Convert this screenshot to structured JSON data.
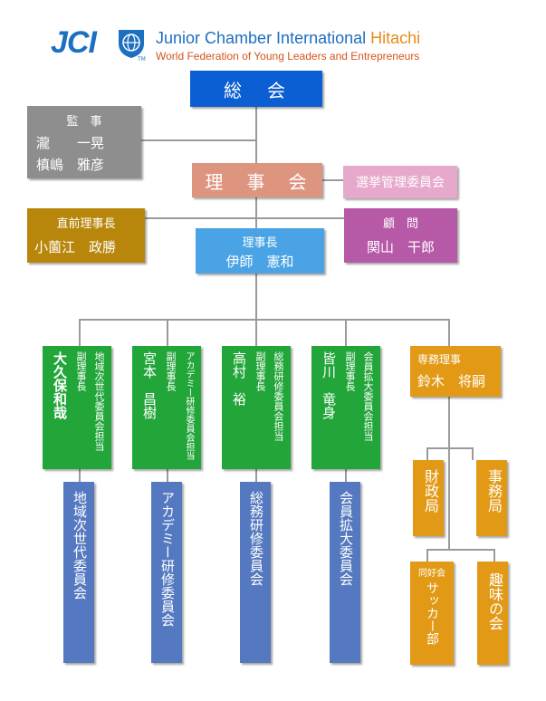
{
  "header": {
    "logo_text": "JCI",
    "org_name_en": "Junior Chamber International",
    "org_city": "Hitachi",
    "tagline": "World Federation of Young Leaders and Entrepreneurs",
    "tm": "TM"
  },
  "colors": {
    "general": "#0b5fd2",
    "auditor": "#8e8e8e",
    "board": "#dd9580",
    "election": "#e6a8cb",
    "past_president": "#b8860a",
    "advisor": "#b659a7",
    "president": "#4aa3e4",
    "vice_president": "#22a63a",
    "managing_director": "#e29a16",
    "committee": "#5479c0",
    "logo_blue": "#1d6fc0",
    "city_orange": "#e88a1a",
    "tagline": "#d4531a"
  },
  "org": {
    "general": {
      "label": "総　会"
    },
    "auditor": {
      "title": "監　事",
      "members": [
        "瀧　　一晃",
        "槙嶋　雅彦"
      ]
    },
    "board": {
      "label": "理　事　会"
    },
    "election": {
      "label": "選挙管理委員会"
    },
    "past_president": {
      "title": "直前理事長",
      "name": "小薗江　政勝"
    },
    "advisor": {
      "title": "顧　問",
      "name": "関山　干郎"
    },
    "president": {
      "title": "理事長",
      "name": "伊師　憲和"
    },
    "vice_presidents": [
      {
        "name": "大久保和哉",
        "title": "副理事長",
        "role": "地域次世代委員会担当",
        "committee": "地域次世代委員会"
      },
      {
        "name": "宮本　昌樹",
        "title": "副理事長",
        "role": "アカデミー研修委員会担当",
        "committee": "アカデミー研修委員会"
      },
      {
        "name": "高村　裕",
        "title": "副理事長",
        "role": "総務研修委員会担当",
        "committee": "総務研修委員会"
      },
      {
        "name": "皆川　竜身",
        "title": "副理事長",
        "role": "会員拡大委員会担当",
        "committee": "会員拡大委員会"
      }
    ],
    "managing_director": {
      "title": "専務理事",
      "name": "鈴木　将嗣"
    },
    "bureaus": [
      {
        "label": "財政局"
      },
      {
        "label": "事務局"
      }
    ],
    "club": {
      "prefix": "同好会",
      "label": "サッカー部"
    },
    "hobby": {
      "label": "趣味の会"
    }
  }
}
